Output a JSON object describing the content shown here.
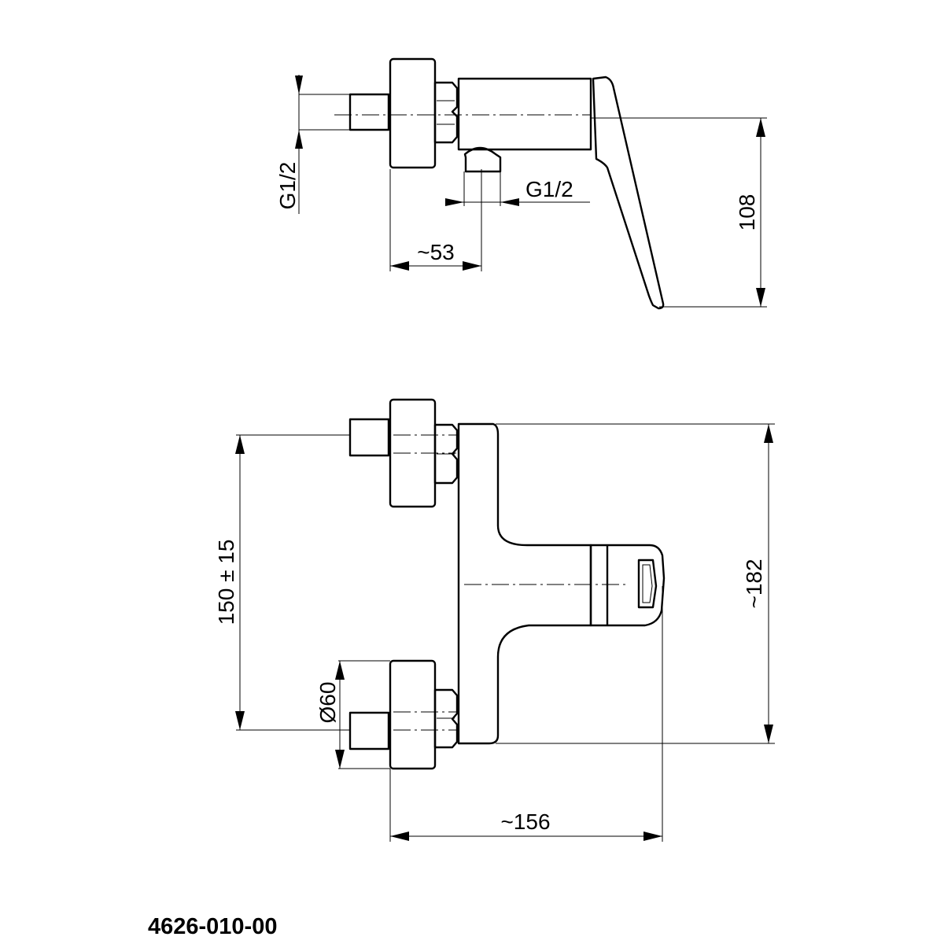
{
  "top_view": {
    "dim_inlet_thread": "G1/2",
    "dim_outlet_thread": "G1/2",
    "dim_depth": "~53",
    "dim_lever_height": "108"
  },
  "front_view": {
    "dim_centers": "150 ± 15",
    "dim_rosette": "Ø60",
    "dim_width": "~156",
    "dim_height": "~182"
  },
  "product_code": "4626-010-00",
  "colors": {
    "line": "#000000",
    "background": "#ffffff"
  }
}
